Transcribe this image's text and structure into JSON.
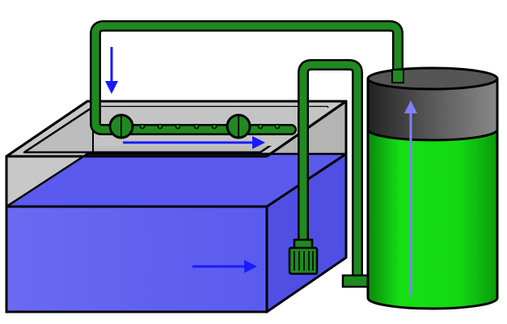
{
  "colors": {
    "background": "#ffffff",
    "outline": "#000000",
    "tank_water": "#6464f0",
    "tank_water_dark": "#5050e6",
    "tank_glass": "#c8c8c8",
    "tank_glass_dark": "#b4b4b4",
    "pipe": "#1f7a1f",
    "pipe_light": "#2e9a2e",
    "filter_body": "#14e014",
    "filter_body_dark": "#0a8a0a",
    "filter_cap": "#444444",
    "flow_arrow": "#1a1aff",
    "filter_arrow": "#8080ff"
  },
  "components": [
    {
      "id": "aquarium-tank",
      "role": "tank"
    },
    {
      "id": "spray-bar",
      "role": "outlet"
    },
    {
      "id": "intake-strainer",
      "role": "intake"
    },
    {
      "id": "canister-filter",
      "role": "filter"
    }
  ],
  "flow_arrows": [
    {
      "id": "down-arrow",
      "direction": "down"
    },
    {
      "id": "surface-arrow",
      "direction": "right"
    },
    {
      "id": "water-arrow",
      "direction": "right"
    },
    {
      "id": "filter-arrow",
      "direction": "up"
    }
  ]
}
